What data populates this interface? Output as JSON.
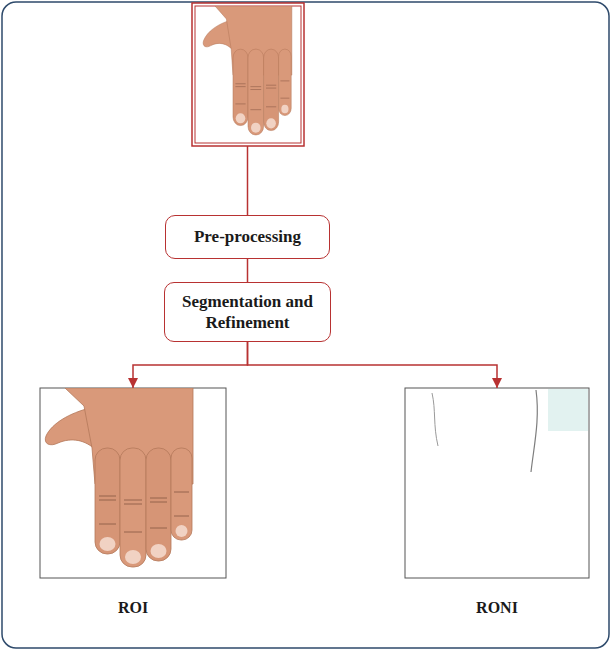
{
  "diagram": {
    "nodes": [
      {
        "text": [
          "Pre-processing"
        ]
      },
      {
        "text": [
          "Segmentation and Refinement"
        ]
      },
      {
        "text": [
          "ROI"
        ]
      },
      {
        "text": [
          "RONI"
        ]
      }
    ],
    "edges": [
      {
        "from": 0,
        "to": 1,
        "arrow": "none"
      },
      {
        "from": 1,
        "to": 2,
        "arrow": "to"
      },
      {
        "from": 1,
        "to": 3,
        "arrow": "to"
      }
    ]
  }
}
